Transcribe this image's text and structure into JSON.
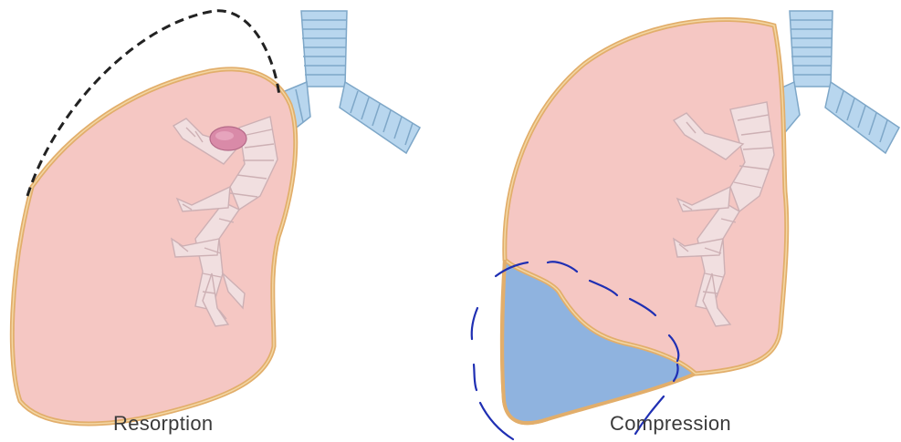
{
  "diagram": {
    "panels": [
      {
        "id": "left",
        "caption": "Resorption"
      },
      {
        "id": "right",
        "caption": "Compression"
      }
    ]
  },
  "colors": {
    "lung_fill": "#f5c7c3",
    "lung_outline_outer": "#e2ae6b",
    "lung_outline_inner": "#f3d7a4",
    "bronchus_fill": "#b8d6ee",
    "bronchus_stroke": "#7ea7c8",
    "airway_fill": "#f1dfe0",
    "airway_stroke": "#cdb0b4",
    "mucus_plug": "#d98aa8",
    "effusion_fill": "#8fb3df",
    "effusion_outline": "#e2ae6b",
    "dashed_outline": "#222222",
    "annotation_ink": "#1f2fb3"
  }
}
